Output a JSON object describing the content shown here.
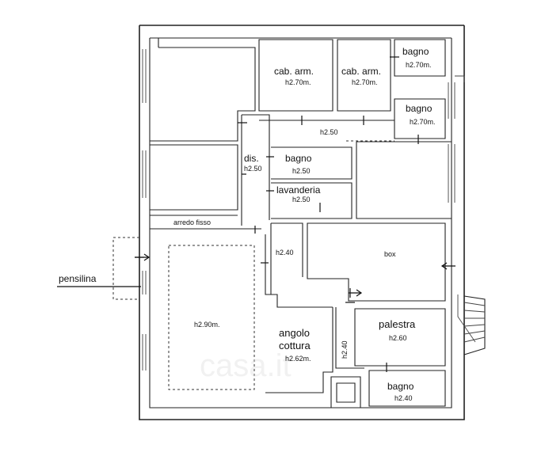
{
  "rooms": {
    "cab_arm_1": {
      "name": "cab. arm.",
      "height": "h2.70m."
    },
    "cab_arm_2": {
      "name": "cab. arm.",
      "height": "h2.70m."
    },
    "bagno_top": {
      "name": "bagno",
      "height": "h2.70m."
    },
    "bagno_right": {
      "name": "bagno",
      "height": "h2.70m."
    },
    "corridor_h": {
      "height": "h2.50"
    },
    "dis": {
      "name": "dis.",
      "height": "h2.50"
    },
    "bagno_mid": {
      "name": "bagno",
      "height": "h2.50"
    },
    "lavanderia": {
      "name": "lavanderia",
      "height": "h2.50"
    },
    "arredo": {
      "name": "arredo fisso"
    },
    "hall": {
      "height": "h2.40"
    },
    "box": {
      "name": "box"
    },
    "soggiorno": {
      "height": "h2.90m."
    },
    "angolo": {
      "name1": "angolo",
      "name2": "cottura",
      "height": "h2.62m."
    },
    "vertical_h": {
      "height": "h2.40"
    },
    "palestra": {
      "name": "palestra",
      "height": "h2.60"
    },
    "bagno_bottom": {
      "name": "bagno",
      "height": "h2.40"
    }
  },
  "annotations": {
    "pensilina": "pensilina"
  }
}
